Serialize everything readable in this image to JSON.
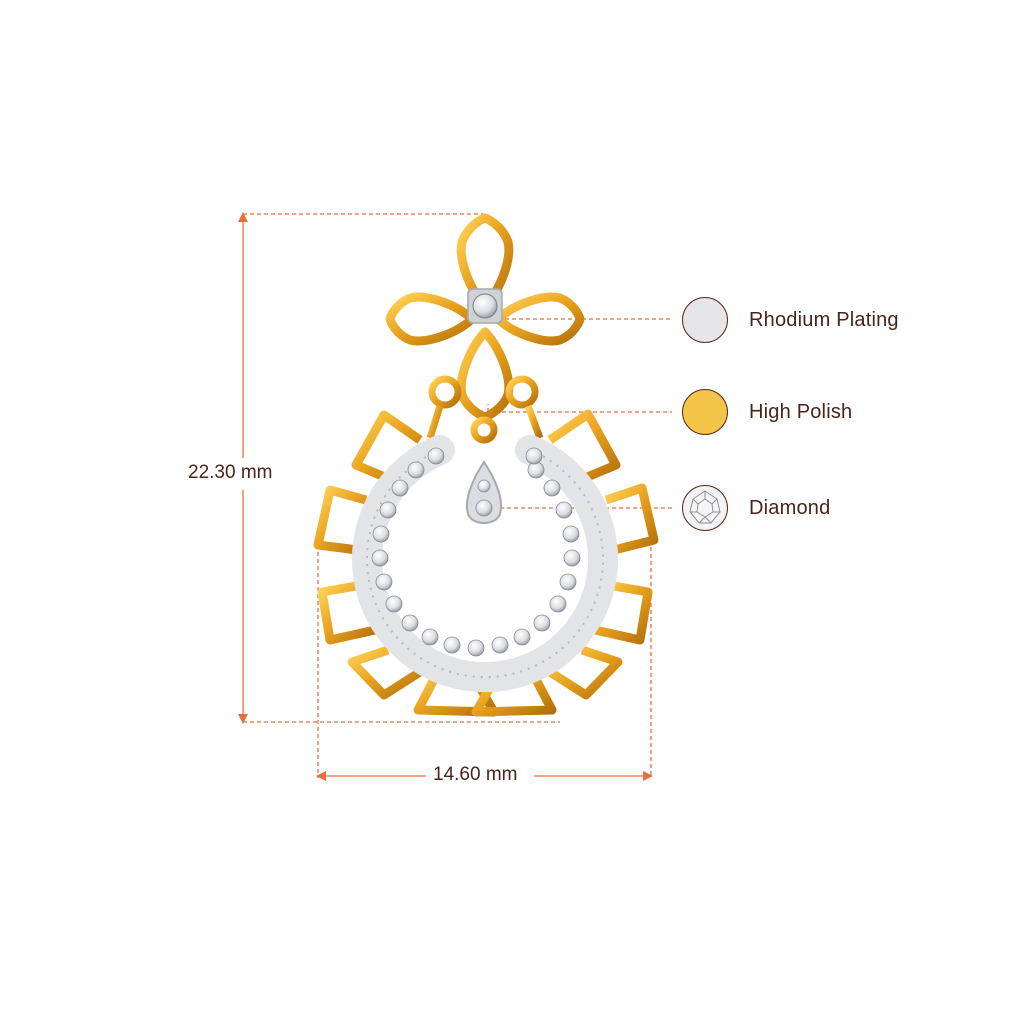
{
  "dimensions": {
    "height_label": "22.30 mm",
    "width_label": "14.60 mm"
  },
  "legend": {
    "rhodium": {
      "label": "Rhodium Plating",
      "color": "#e6e6e8"
    },
    "polish": {
      "label": "High Polish",
      "color": "#f5c54a"
    },
    "diamond": {
      "label": "Diamond",
      "color": "#f2f2f4"
    }
  },
  "colors": {
    "dimension_line": "#e8703a",
    "gold": "#e9a21e",
    "gold_dark": "#b9740c",
    "text": "#4a2418"
  }
}
